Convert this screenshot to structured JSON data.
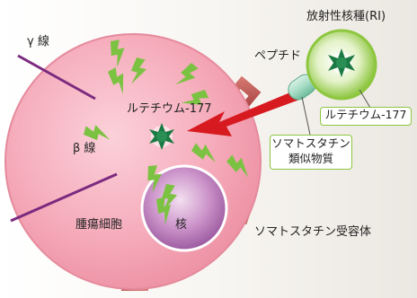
{
  "labels": {
    "gamma_ray": "γ 線",
    "beta_ray": "β 線",
    "lutetium_center": "ルテチウム-177",
    "tumor_cell": "腫瘍細胞",
    "nucleus": "核",
    "radionuclide": "放射性核種(RI)",
    "peptide": "ペプチド",
    "lutetium_box": "ルテチウム-177",
    "somatostatin_analog_line1": "ソマトスタチン",
    "somatostatin_analog_line2": "類似物質",
    "somatostatin_receptor": "ソマトスタチン受容体"
  },
  "colors": {
    "cell_fill": "#f4a3b3",
    "cell_edge": "#e58a9c",
    "nucleus_fill": "#b06bb0",
    "receptor": "#c45a5a",
    "arrow": "#d71a20",
    "ray": "#7b2a7f",
    "lightning": "#7cc242",
    "box_border": "#8cc63f",
    "radionuclide_glow": "#8dc63f",
    "star": "#1b7a43"
  }
}
